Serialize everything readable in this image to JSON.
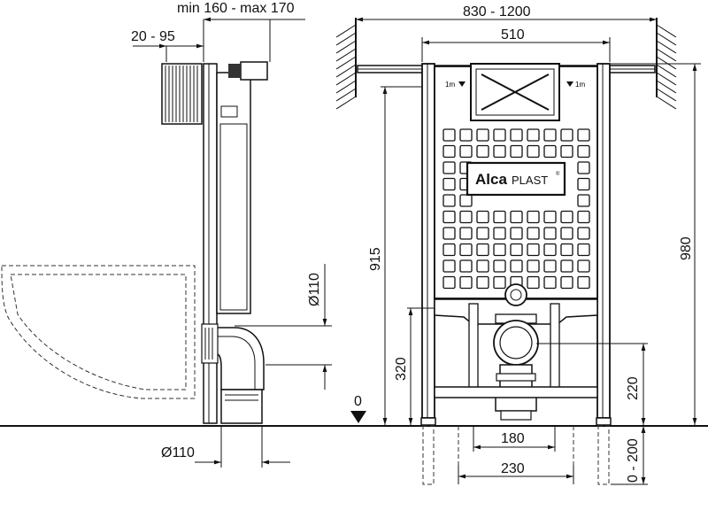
{
  "dimensions": {
    "side_depth": "min 160 - max 170",
    "side_offset": "20 - 95",
    "outlet_diameter": "Ø110",
    "drain_diameter": "Ø110",
    "install_width": "830 - 1200",
    "frame_width": "510",
    "height_inner": "915",
    "height_total": "980",
    "height_outlet": "320",
    "height_drain": "220",
    "floor_zero": "0",
    "feet_adjust": "0 - 200",
    "feet_spacing_inner": "180",
    "feet_spacing_outer": "230"
  },
  "brand": {
    "name_bold": "Alca",
    "name_regular": "PLAST",
    "registered": "®"
  },
  "level_marks": {
    "left": "1m",
    "right": "1m"
  }
}
